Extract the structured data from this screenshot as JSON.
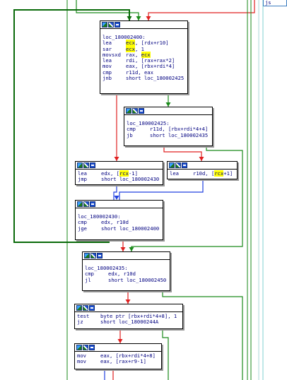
{
  "graph": {
    "side_label": "js",
    "nodes": {
      "n1": {
        "label": "loc_180002400:",
        "lines": [
          {
            "op": "lea",
            "pre": "",
            "hl": "ecx",
            "post": ", [rdx+r10]"
          },
          {
            "op": "sar",
            "pre": "",
            "hl": "ecx",
            "post": ", 1"
          },
          {
            "op": "movsxd",
            "pre": "rax, ",
            "hl": "ecx",
            "post": ""
          },
          {
            "op": "lea",
            "pre": "rdi, [rax+rax*2]",
            "hl": "",
            "post": ""
          },
          {
            "op": "mov",
            "pre": "eax, [rbx+rdi*4]",
            "hl": "",
            "post": ""
          },
          {
            "op": "cmp",
            "pre": "r11d, eax",
            "hl": "",
            "post": ""
          },
          {
            "op": "jnb",
            "pre": "short loc_180002425",
            "hl": "",
            "post": ""
          }
        ]
      },
      "n2": {
        "label": "loc_180002425:",
        "lines": [
          {
            "op": "cmp",
            "pre": "r11d, [rbx+rdi*4+4]",
            "hl": "",
            "post": ""
          },
          {
            "op": "jb",
            "pre": "short loc_180002435",
            "hl": "",
            "post": ""
          }
        ]
      },
      "n3": {
        "label": "",
        "lines": [
          {
            "op": "lea",
            "pre": "edx, [",
            "hl": "rcx",
            "post": "-1]"
          },
          {
            "op": "jmp",
            "pre": "short loc_180002430",
            "hl": "",
            "post": ""
          }
        ]
      },
      "n4": {
        "label": "",
        "lines": [
          {
            "op": "lea",
            "pre": "r10d, [",
            "hl": "rcx",
            "post": "+1]"
          }
        ]
      },
      "n5": {
        "label": "loc_180002430:",
        "lines": [
          {
            "op": "cmp",
            "pre": "edx, r10d",
            "hl": "",
            "post": ""
          },
          {
            "op": "jge",
            "pre": "short loc_180002400",
            "hl": "",
            "post": ""
          }
        ]
      },
      "n6": {
        "label": "loc_180002435:",
        "lines": [
          {
            "op": "cmp",
            "pre": "edx, r10d",
            "hl": "",
            "post": ""
          },
          {
            "op": "jl",
            "pre": "short loc_180002450",
            "hl": "",
            "post": ""
          }
        ]
      },
      "n7": {
        "label": "",
        "lines": [
          {
            "op": "test",
            "pre": "byte ptr [rbx+rdi*4+8], 1",
            "hl": "",
            "post": ""
          },
          {
            "op": "jz",
            "pre": "short loc_18000244A",
            "hl": "",
            "post": ""
          }
        ]
      },
      "n8": {
        "label": "",
        "lines": [
          {
            "op": "mov",
            "pre": "eax, [rbx+rdi*4+8]",
            "hl": "",
            "post": ""
          },
          {
            "op": "mov",
            "pre": "eax, [rax+r9-1]",
            "hl": "",
            "post": ""
          }
        ]
      }
    },
    "colors": {
      "edge_true": "#1a8a1a",
      "edge_false": "#e02020",
      "edge_uncond": "#2040e0",
      "edge_back": "#0a6a0a",
      "pane_line": "#7fd0d0"
    }
  }
}
